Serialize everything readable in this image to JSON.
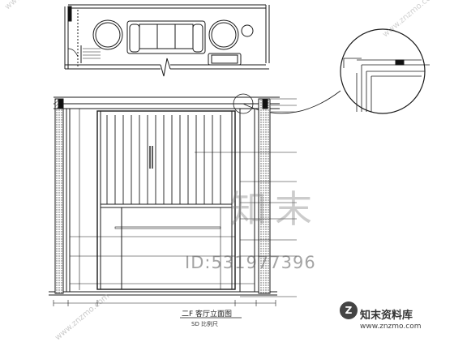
{
  "watermarks": {
    "corner_url_top": "www.znzmo.com",
    "corner_url_top_right": "www.znzmo.com",
    "logo_cn": "知末",
    "id_text": "ID:531977396",
    "bottom_left_url": "www.znzmo.com"
  },
  "brand": {
    "name": "知末资料库",
    "url": "www.znzmo.com",
    "logo_glyph": "Z"
  },
  "drawing": {
    "title": "二F  客厅立面图",
    "subtitle": "SD     比例尺"
  },
  "colors": {
    "line": "#1a1a1a",
    "hatch": "#555555"
  }
}
